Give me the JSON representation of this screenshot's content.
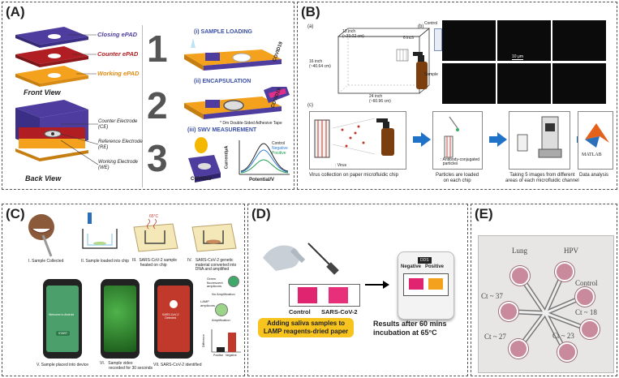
{
  "panels": {
    "A": {
      "label": "(A)",
      "layers": {
        "closing": "Closing ePAD",
        "counter": "Counter ePAD",
        "working": "Working ePAD"
      },
      "front_view": "Front View",
      "back_view": "Back View",
      "electrodes": {
        "ce": "Counter Electrode\n(CE)",
        "re": "Reference Electrode\n(RE)",
        "we": "Working Electrode\n(WE)"
      },
      "steps": [
        {
          "num": "1",
          "title": "(i) SAMPLE  LOADING"
        },
        {
          "num": "2",
          "title": "(ii) ENCAPSULATION"
        },
        {
          "num": "3",
          "title": "(iii) SWV MEASUREMENT"
        }
      ],
      "tape_note": "* Dm Double-Sided Adhesive Tape",
      "chip_text": "COVID19",
      "plot": {
        "ylabel": "Current/μA",
        "xlabel": "Potential/V",
        "legend": [
          "Control",
          "Negative",
          "Positive"
        ]
      }
    },
    "B": {
      "label": "(B)",
      "sub_a": "(a)",
      "sub_b": "(b)",
      "sub_c": "(c)",
      "dims": {
        "w1": "13 inch\n(~33.02 cm)",
        "h": "16 inch\n(~40.64 cm)",
        "w2": "24 inch\n(~60.96 cm)",
        "d": "6 inch"
      },
      "row_labels": {
        "control": "Control",
        "sample": "Sample"
      },
      "scale": "10 μm",
      "legend": {
        "virus": ": Virus",
        "particles": ": Antibody-conjugated\n  particles"
      },
      "captions": [
        "Virus collection on paper microfluidic chip",
        "Particles are loaded\non each chip",
        "Taking 5 images from different\nareas of each microfluidic channel",
        "Data analysis"
      ],
      "matlab": "MATLAB"
    },
    "C": {
      "label": "(C)",
      "temp": "65°C",
      "steps": [
        "I.   Sample Collected",
        "II.   Sample loaded into chip",
        "III.  SARS-CoV-2 sample\n       heated on chip",
        "IV.   SARS-CoV-2 genetic\n       material converted into\n       DNA and amplified",
        "V.   Sample placed into device",
        "VI.   Sample video\n        recorded for 30 seconds",
        "VII.  SARS-CoV-2 identified"
      ],
      "phone1": {
        "title": "Welcome to Android",
        "button": "START"
      },
      "phone3": {
        "title": "SARS-CoV-2\nDetected"
      },
      "side": {
        "fluor": "Green\nfluorescent\namplicons",
        "noamp": "No Amplification",
        "amp": "Amplification",
        "lamp": "LAMP\namplicons"
      },
      "bar": {
        "ylabel": "Difference",
        "x": [
          "Positive",
          "Negative"
        ]
      }
    },
    "D": {
      "label": "(D)",
      "control": "Control",
      "sars": "SARS-CoV-2",
      "reader": "DDS",
      "negative": "Negative",
      "positive": "Positive",
      "left_box": "Adding saliva samples to\nLAMP reagents-dried paper",
      "right_caption": "Results after 60 mins\nincubation at 65°C"
    },
    "E": {
      "label": "(E)",
      "pads": [
        "Lung",
        "HPV",
        "Control",
        "Ct ~ 18",
        "Ct ~ 23",
        "Ct ~ 27",
        "Ct ~ 37"
      ]
    }
  },
  "colors": {
    "blue": "#1e73c8",
    "purple": "#4e3c9e",
    "red": "#b01e23",
    "orange": "#f4a11d",
    "pink": "#e0246f",
    "yellow": "#f7c31e"
  }
}
